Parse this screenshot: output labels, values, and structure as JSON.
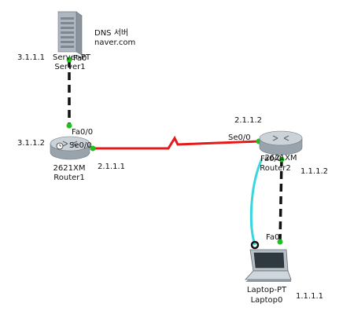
{
  "colors": {
    "link_serial": "#e41919",
    "link_ethernet": "#111111",
    "link_console": "#38d6df",
    "port_up": "#22c01e",
    "console_plug": "#111111",
    "background": "#ffffff"
  },
  "devices": {
    "server": {
      "icon": "server-icon",
      "model": "Server-PT",
      "name": "Server1",
      "ip": "3.1.1.1",
      "note_line1": "DNS 서버",
      "note_line2": "naver.com"
    },
    "router1": {
      "icon": "router-icon",
      "model": "2621XM",
      "name": "Router1",
      "ip": "3.1.1.2",
      "ip_serial": "2.1.1.1"
    },
    "router2": {
      "icon": "router-icon",
      "model": "2621XM",
      "name": "Router2",
      "ip_serial": "2.1.1.2",
      "ip_lan": "1.1.1.2"
    },
    "laptop": {
      "icon": "laptop-icon",
      "model": "Laptop-PT",
      "name": "Laptop0",
      "ip": "1.1.1.1"
    }
  },
  "ports": {
    "server_fa0": "Fa0",
    "router1_fa00": "Fa0/0",
    "router1_se00": "Se0/0",
    "router2_se00": "Se0/0",
    "router2_fa00": "Fa0/0",
    "laptop_fa0": "Fa0"
  }
}
